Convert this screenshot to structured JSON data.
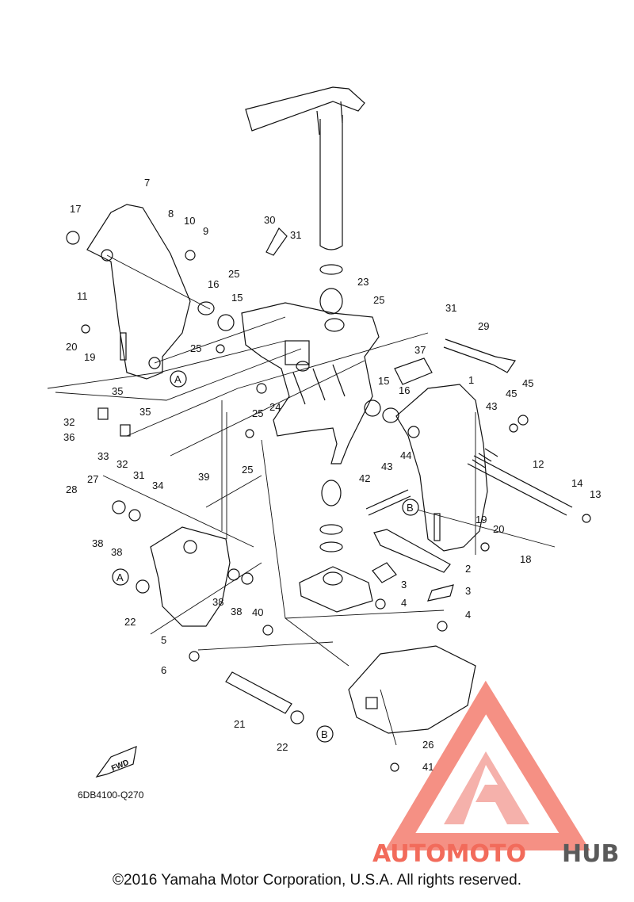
{
  "parts": [
    {
      "id": "c1",
      "num": "1"
    },
    {
      "id": "c2",
      "num": "2"
    },
    {
      "id": "c3a",
      "num": "3"
    },
    {
      "id": "c3b",
      "num": "3"
    },
    {
      "id": "c4a",
      "num": "4"
    },
    {
      "id": "c4b",
      "num": "4"
    },
    {
      "id": "c5",
      "num": "5"
    },
    {
      "id": "c6",
      "num": "6"
    },
    {
      "id": "c7",
      "num": "7"
    },
    {
      "id": "c8",
      "num": "8"
    },
    {
      "id": "c9",
      "num": "9"
    },
    {
      "id": "c10",
      "num": "10"
    },
    {
      "id": "c11",
      "num": "11"
    },
    {
      "id": "c12",
      "num": "12"
    },
    {
      "id": "c13",
      "num": "13"
    },
    {
      "id": "c14",
      "num": "14"
    },
    {
      "id": "c15a",
      "num": "15"
    },
    {
      "id": "c15b",
      "num": "15"
    },
    {
      "id": "c16a",
      "num": "16"
    },
    {
      "id": "c16b",
      "num": "16"
    },
    {
      "id": "c17",
      "num": "17"
    },
    {
      "id": "c18",
      "num": "18"
    },
    {
      "id": "c19a",
      "num": "19"
    },
    {
      "id": "c19b",
      "num": "19"
    },
    {
      "id": "c20a",
      "num": "20"
    },
    {
      "id": "c20b",
      "num": "20"
    },
    {
      "id": "c21",
      "num": "21"
    },
    {
      "id": "c22a",
      "num": "22"
    },
    {
      "id": "c22b",
      "num": "22"
    },
    {
      "id": "c23",
      "num": "23"
    },
    {
      "id": "c24",
      "num": "24"
    },
    {
      "id": "c25a",
      "num": "25"
    },
    {
      "id": "c25b",
      "num": "25"
    },
    {
      "id": "c25c",
      "num": "25"
    },
    {
      "id": "c25d",
      "num": "25"
    },
    {
      "id": "c25e",
      "num": "25"
    },
    {
      "id": "c26",
      "num": "26"
    },
    {
      "id": "c27",
      "num": "27"
    },
    {
      "id": "c28",
      "num": "28"
    },
    {
      "id": "c29",
      "num": "29"
    },
    {
      "id": "c30",
      "num": "30"
    },
    {
      "id": "c31a",
      "num": "31"
    },
    {
      "id": "c31b",
      "num": "31"
    },
    {
      "id": "c31c",
      "num": "31"
    },
    {
      "id": "c32a",
      "num": "32"
    },
    {
      "id": "c32b",
      "num": "32"
    },
    {
      "id": "c33",
      "num": "33"
    },
    {
      "id": "c34",
      "num": "34"
    },
    {
      "id": "c35a",
      "num": "35"
    },
    {
      "id": "c35b",
      "num": "35"
    },
    {
      "id": "c36",
      "num": "36"
    },
    {
      "id": "c37",
      "num": "37"
    },
    {
      "id": "c38a",
      "num": "38"
    },
    {
      "id": "c38b",
      "num": "38"
    },
    {
      "id": "c38c",
      "num": "38"
    },
    {
      "id": "c38d",
      "num": "38"
    },
    {
      "id": "c39",
      "num": "39"
    },
    {
      "id": "c40",
      "num": "40"
    },
    {
      "id": "c41",
      "num": "41"
    },
    {
      "id": "c42",
      "num": "42"
    },
    {
      "id": "c43a",
      "num": "43"
    },
    {
      "id": "c43b",
      "num": "43"
    },
    {
      "id": "c44",
      "num": "44"
    },
    {
      "id": "c45a",
      "num": "45"
    },
    {
      "id": "c45b",
      "num": "45"
    }
  ],
  "refs": {
    "a1": "A",
    "a2": "A",
    "b1": "B",
    "b2": "B"
  },
  "arrow_label": "FWD",
  "diagram_code": "6DB4100-Q270",
  "copyright": "©2016 Yamaha Motor Corporation, U.S.A. All rights reserved.",
  "watermark": {
    "part1": "AUTOMOTO",
    "part2": "HUB",
    "accent": "#f26b5b",
    "dark": "#5a5a5a",
    "light": "#f4a9a2"
  }
}
